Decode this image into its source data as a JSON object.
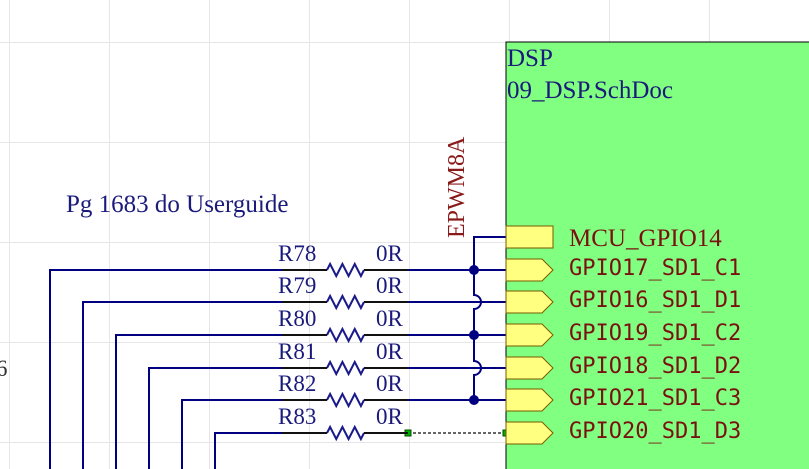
{
  "sheet": {
    "designator": "DSP",
    "filename": "09_DSP.SchDoc",
    "fill_color": "#80ff80"
  },
  "note": "Pg 1683 do Userguide",
  "net_label": "EPWM8A",
  "edge_text": "6",
  "resistors": [
    {
      "ref": "R78",
      "value": "0R"
    },
    {
      "ref": "R79",
      "value": "0R"
    },
    {
      "ref": "R80",
      "value": "0R"
    },
    {
      "ref": "R81",
      "value": "0R"
    },
    {
      "ref": "R82",
      "value": "0R"
    },
    {
      "ref": "R83",
      "value": "0R"
    }
  ],
  "mcu_port": "MCU_GPIO14",
  "ports": [
    "GPIO17_SD1_C1",
    "GPIO16_SD1_D1",
    "GPIO19_SD1_C2",
    "GPIO18_SD1_D2",
    "GPIO21_SD1_C3",
    "GPIO20_SD1_D3"
  ],
  "colors": {
    "wire": "#000080",
    "resistor": "#1a1a8a",
    "port_fill": "#ffff80",
    "junction": "#000080",
    "selection": "#00b000"
  }
}
